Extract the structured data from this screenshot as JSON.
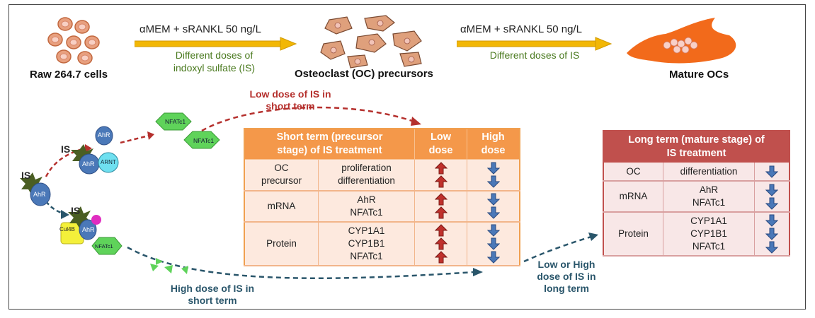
{
  "top_row": {
    "cell_raw_label": "Raw 264.7 cells",
    "precursor_label": "Osteoclast (OC) precursors",
    "mature_label": "Mature OCs",
    "step1_reagent": "αMEM + sRANKL 50 ng/L",
    "step1_dose_line1": "Different doses of",
    "step1_dose_line2": "indoxyl sulfate (IS)",
    "step2_reagent": "αMEM + sRANKL 50 ng/L",
    "step2_dose": "Different doses of IS"
  },
  "pathway": {
    "is_label": "IS",
    "ahr": "AhR",
    "arnt": "ARNT",
    "cul4b": "Cul4B",
    "nfatc1": "NFATc1",
    "low_dose_line1": "Low dose of IS in",
    "low_dose_line2": "short term",
    "high_dose_line1": "High dose of IS in",
    "high_dose_line2": "short term",
    "long_line1": "Low or High",
    "long_line2": "dose of IS in",
    "long_line3": "long term"
  },
  "short_table": {
    "header_line1": "Short term (precursor",
    "header_line2": "stage) of IS treatment",
    "low_line1": "Low",
    "low_line2": "dose",
    "high_line1": "High",
    "high_line2": "dose",
    "rows": [
      {
        "cat_line1": "OC",
        "cat_line2": "precursor",
        "items": [
          "proliferation",
          "differentiation"
        ],
        "low": "up",
        "high": "down"
      },
      {
        "cat_line1": "mRNA",
        "cat_line2": "",
        "items": [
          "AhR",
          "NFATc1"
        ],
        "low": "up",
        "high": "down"
      },
      {
        "cat_line1": "Protein",
        "cat_line2": "",
        "items": [
          "CYP1A1",
          "CYP1B1",
          "NFATc1"
        ],
        "low": "up",
        "high": "down"
      }
    ]
  },
  "long_table": {
    "header_line1": "Long term (mature stage) of",
    "header_line2": "IS treatment",
    "rows": [
      {
        "cat": "OC",
        "items": [
          "differentiation"
        ],
        "effect": "down"
      },
      {
        "cat": "mRNA",
        "items": [
          "AhR",
          "NFATc1"
        ],
        "effect": "down"
      },
      {
        "cat": "Protein",
        "items": [
          "CYP1A1",
          "CYP1B1",
          "NFATc1"
        ],
        "effect": "down"
      }
    ]
  },
  "colors": {
    "up_arrow": "#c0312c",
    "down_arrow": "#4a78b8",
    "orange_header": "#f4984a",
    "red_header": "#c0504d",
    "yellow_arrow": "#f2b705",
    "ahr_fill": "#4a78b8",
    "nfat_fill": "#5fd35a",
    "mature_fill": "#f26a1b"
  }
}
